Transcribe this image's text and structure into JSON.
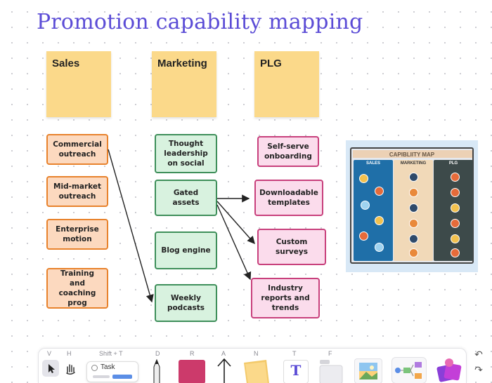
{
  "board": {
    "title": "Promotion capability mapping"
  },
  "columns": [
    {
      "header": "Sales"
    },
    {
      "header": "Marketing"
    },
    {
      "header": "PLG"
    }
  ],
  "cards": {
    "sales": [
      "Commercial outreach",
      "Mid-market outreach",
      "Enterprise motion",
      "Training and coaching prog"
    ],
    "marketing": [
      "Thought leadership on social",
      "Gated assets",
      "Blog engine",
      "Weekly podcasts"
    ],
    "plg": [
      "Self-serve onboarding",
      "Downloadable templates",
      "Custom surveys",
      "Industry reports and trends"
    ]
  },
  "image_card": {
    "title": "CAPIBLIITY MAP",
    "columns": [
      "SALES",
      "MARKETING",
      "PLG"
    ],
    "colors": {
      "sales": "#1f6fa8",
      "marketing": "#e9893a",
      "plg": "#3d4a4a",
      "header": "#f5a64a"
    }
  },
  "toolbar": {
    "shortcuts": [
      "V",
      "H",
      "Shift + T",
      "D",
      "R",
      "A",
      "N",
      "T",
      "F"
    ],
    "task_label": "Task",
    "text_tool_glyph": "T",
    "icons": [
      "select-icon",
      "hand-icon",
      "task-icon",
      "pen-icon",
      "rectangle-icon",
      "arrow-icon",
      "sticky-note-icon",
      "text-icon",
      "frame-icon",
      "image-icon",
      "diagram-icon",
      "templates-icon",
      "undo-icon",
      "redo-icon"
    ]
  },
  "colors": {
    "title": "#5b4cd6",
    "sticky": "#fbd98a",
    "sales_card_fill": "#fcd9bf",
    "sales_card_border": "#e8822c",
    "marketing_card_fill": "#d8f2df",
    "marketing_card_border": "#3e8f5a",
    "plg_card_fill": "#fbdcec",
    "plg_card_border": "#c8407c",
    "rectangle_tool": "#cc3a6b"
  }
}
